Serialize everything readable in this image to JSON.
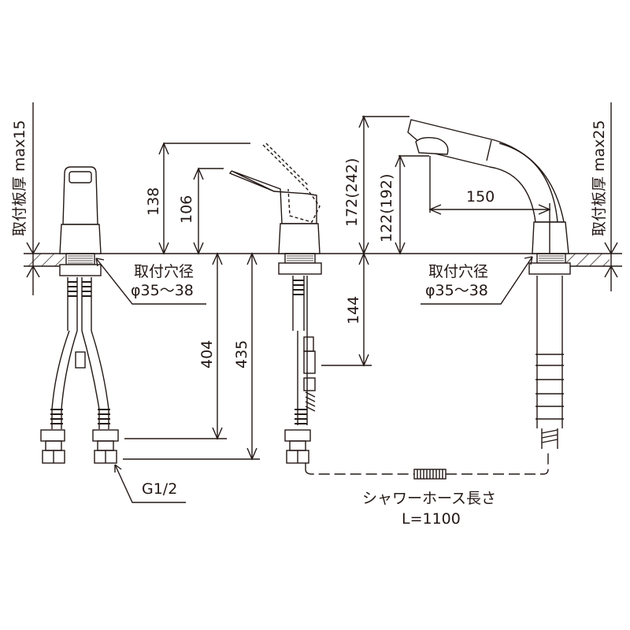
{
  "colors": {
    "line": "#231815",
    "background": "#ffffff"
  },
  "labels": {
    "left_plate_thickness": "取付板厚 max15",
    "right_plate_thickness": "取付板厚 max25",
    "mount_hole_left_title": "取付穴径",
    "mount_hole_left_value": "φ35〜38",
    "mount_hole_right_title": "取付穴径",
    "mount_hole_right_value": "φ35〜38",
    "dim_138": "138",
    "dim_106": "106",
    "dim_172": "172(242)",
    "dim_122": "122(192)",
    "dim_150": "150",
    "dim_404": "404",
    "dim_435": "435",
    "dim_144": "144",
    "thread": "G1/2",
    "hose_title": "シャワーホース長さ",
    "hose_length": "L=1100"
  }
}
